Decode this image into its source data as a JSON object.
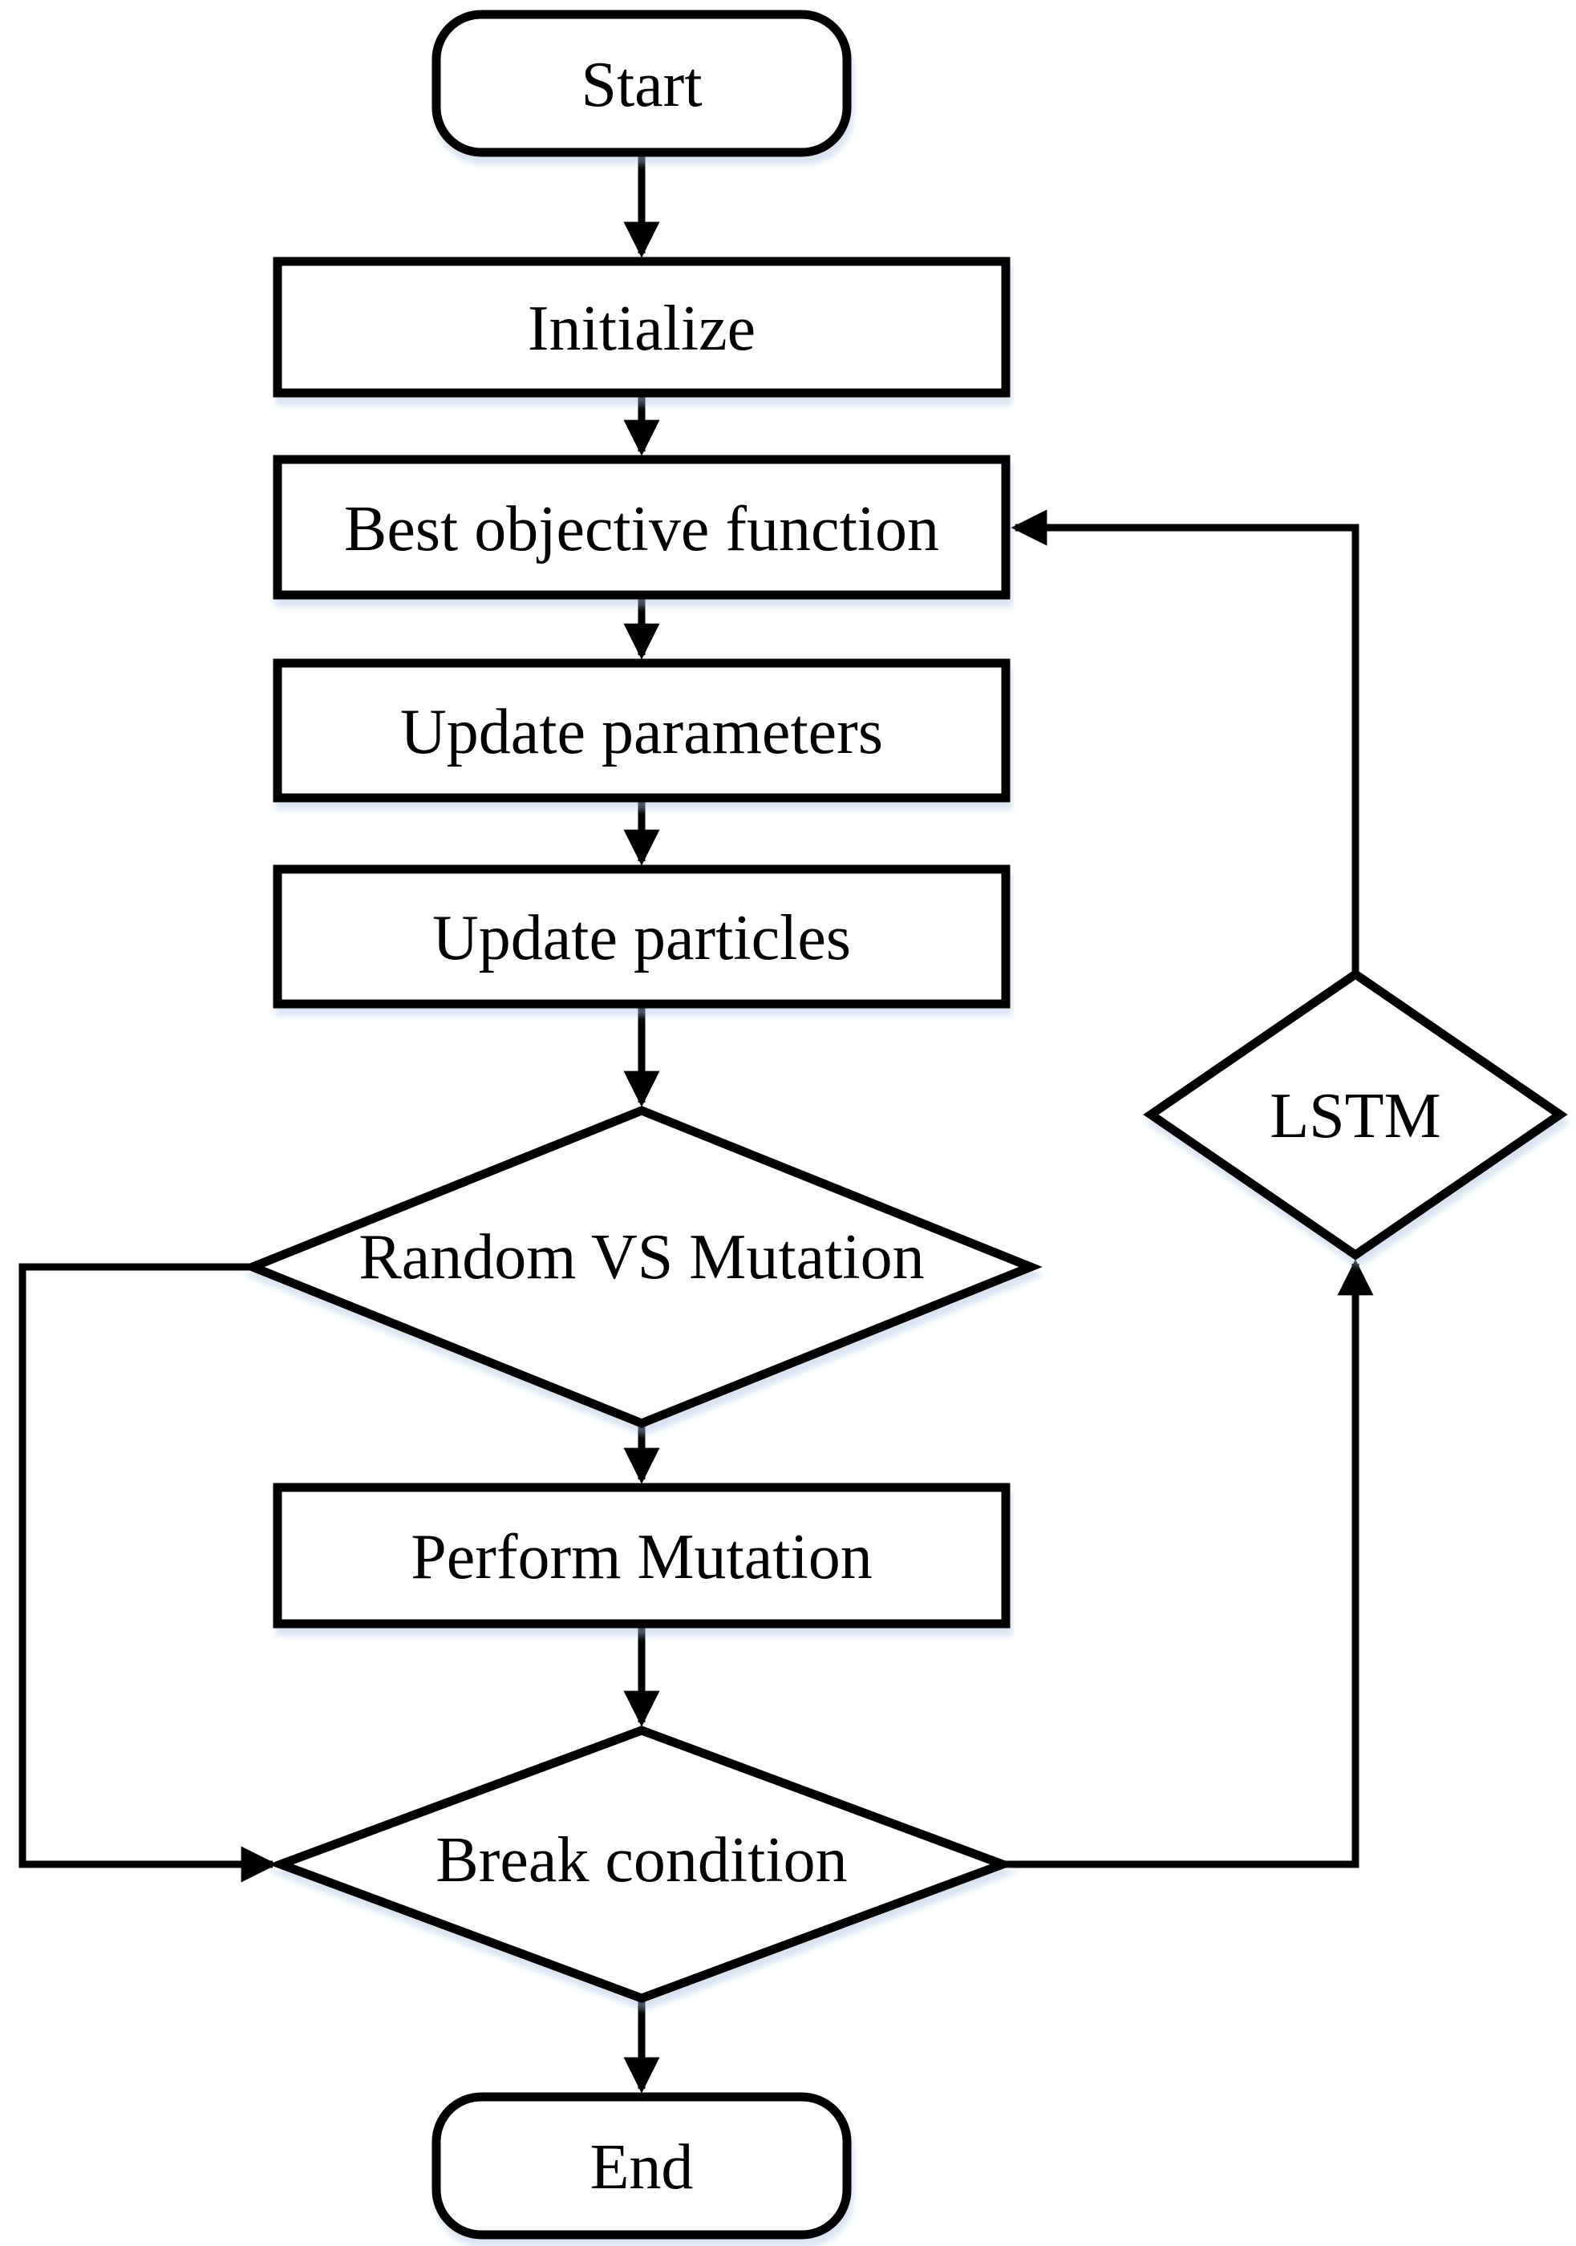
{
  "diagram": {
    "type": "flowchart",
    "background": "#ffffff",
    "colors": {
      "shape_fill": "#ffffff",
      "shape_stroke": "#000000",
      "edge_stroke": "#000000",
      "text": "#000000",
      "shadow": "#adc3e3"
    },
    "nodes": {
      "start": {
        "label": "Start",
        "shape": "rounded-rectangle"
      },
      "initialize": {
        "label": "Initialize",
        "shape": "rectangle"
      },
      "best_objective": {
        "label": "Best objective function",
        "shape": "rectangle"
      },
      "update_parameters": {
        "label": "Update parameters",
        "shape": "rectangle"
      },
      "update_particles": {
        "label": "Update particles",
        "shape": "rectangle"
      },
      "random_vs_mutation": {
        "label": "Random VS Mutation",
        "shape": "diamond"
      },
      "perform_mutation": {
        "label": "Perform Mutation",
        "shape": "rectangle"
      },
      "break_condition": {
        "label": "Break condition",
        "shape": "diamond"
      },
      "end": {
        "label": "End",
        "shape": "rounded-rectangle"
      },
      "lstm": {
        "label": "LSTM",
        "shape": "diamond"
      }
    },
    "edges": [
      {
        "from": "start",
        "to": "initialize",
        "route": "straight-down"
      },
      {
        "from": "initialize",
        "to": "best_objective",
        "route": "straight-down"
      },
      {
        "from": "best_objective",
        "to": "update_parameters",
        "route": "straight-down"
      },
      {
        "from": "update_parameters",
        "to": "update_particles",
        "route": "straight-down"
      },
      {
        "from": "update_particles",
        "to": "random_vs_mutation",
        "route": "straight-down"
      },
      {
        "from": "random_vs_mutation",
        "to": "perform_mutation",
        "route": "straight-down"
      },
      {
        "from": "perform_mutation",
        "to": "break_condition",
        "route": "straight-down"
      },
      {
        "from": "break_condition",
        "to": "end",
        "route": "straight-down"
      },
      {
        "from": "random_vs_mutation",
        "to": "break_condition",
        "route": "left-loop"
      },
      {
        "from": "break_condition",
        "to": "lstm",
        "route": "right-loop-up"
      },
      {
        "from": "lstm",
        "to": "best_objective",
        "route": "right-loop-top"
      }
    ]
  }
}
